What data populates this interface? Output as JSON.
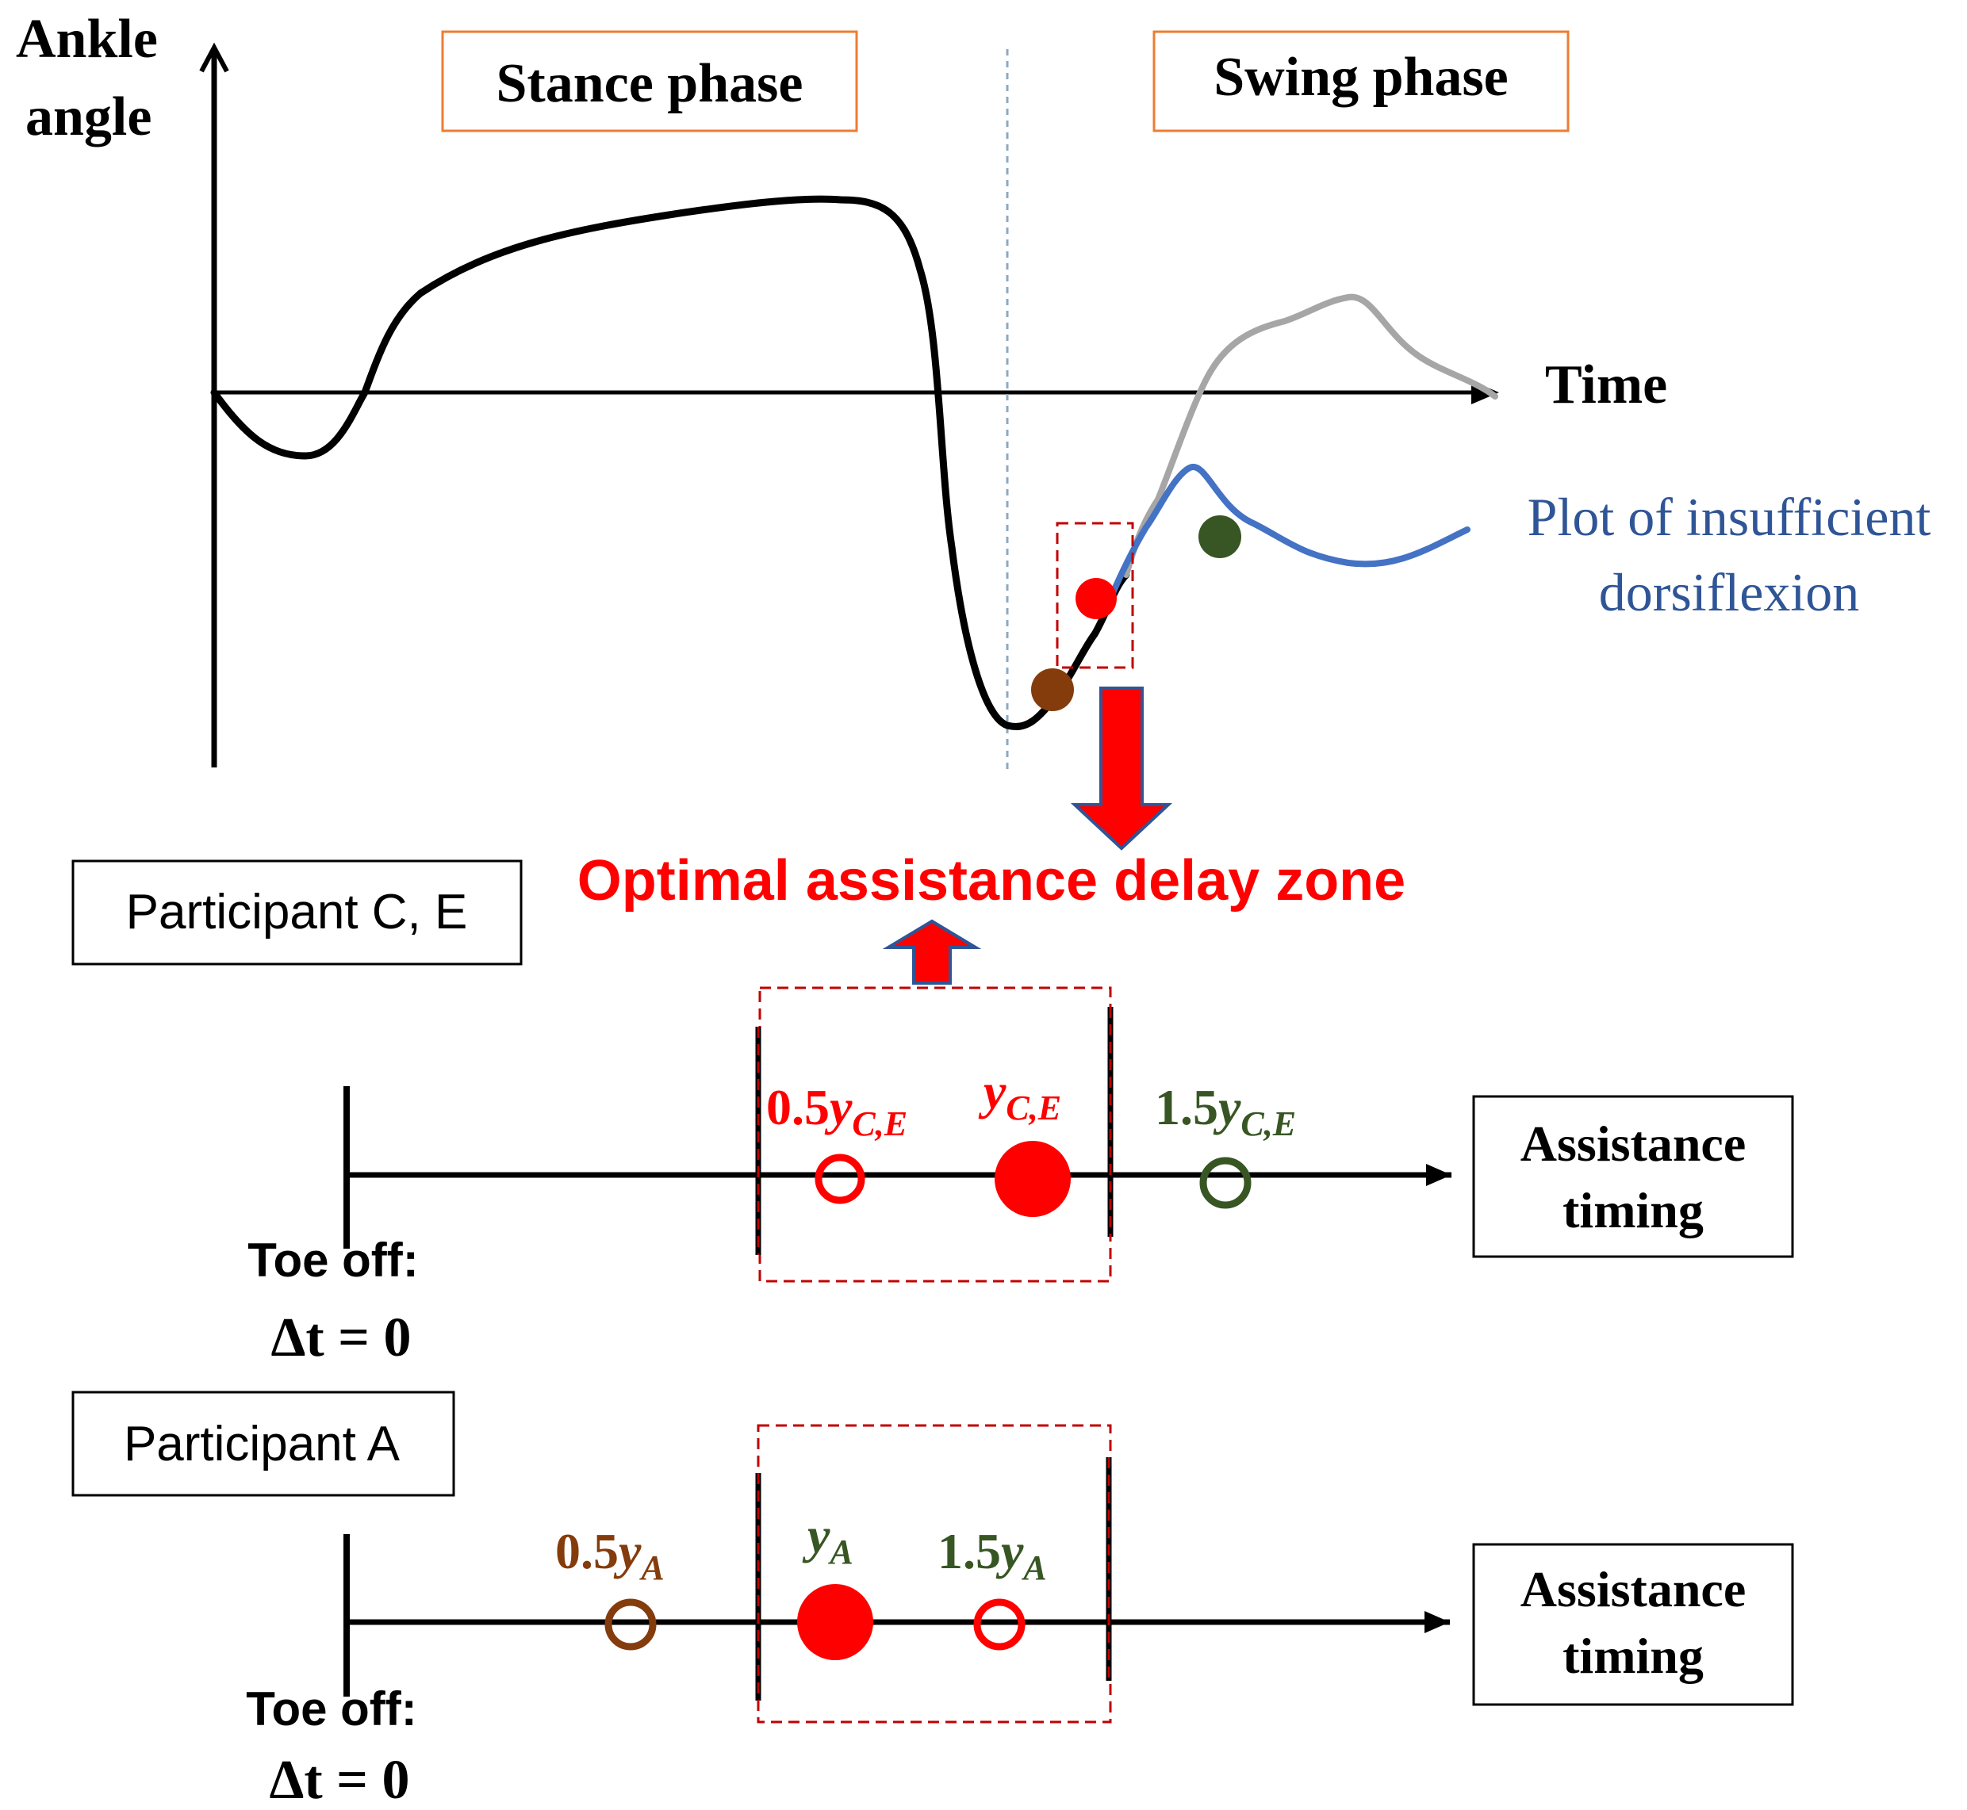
{
  "top_plot": {
    "y_axis_label_line1": "Ankle",
    "y_axis_label_line2": "angle",
    "x_axis_label": "Time",
    "phase_left": "Stance phase",
    "phase_right": "Swing phase",
    "insufficient_label_line1": "Plot of insufficient",
    "insufficient_label_line2": "dorsiflexion",
    "zone_title": "Optimal assistance delay zone"
  },
  "colors": {
    "axis": "#000000",
    "normal_curve": "#000000",
    "normal_swing": "#a6a6a6",
    "insufficient_curve": "#4472c4",
    "red": "#ff0000",
    "brown": "#843c0c",
    "green": "#375623",
    "phase_box_border": "#ed7d31",
    "arrow_border": "#2f5597",
    "zone_dash": "#c00000"
  },
  "timeline_ce": {
    "participant_label": "Participant C, E",
    "toe_off_line1": "Toe off:",
    "toe_off_line2": "Δt = 0",
    "assistance_line1": "Assistance",
    "assistance_line2": "timing",
    "markers": [
      {
        "coef": "0.5",
        "var": "y",
        "sub": "C,E",
        "color": "red",
        "filled": false
      },
      {
        "coef": "",
        "var": "y",
        "sub": "C,E",
        "color": "red",
        "filled": true
      },
      {
        "coef": "1.5",
        "var": "y",
        "sub": "C,E",
        "color": "green",
        "filled": false
      }
    ]
  },
  "timeline_a": {
    "participant_label": "Participant A",
    "toe_off_line1": "Toe off:",
    "toe_off_line2": "Δt = 0",
    "assistance_line1": "Assistance",
    "assistance_line2": "timing",
    "markers": [
      {
        "coef": "0.5",
        "var": "y",
        "sub": "A",
        "color": "brown",
        "filled": false
      },
      {
        "coef": "",
        "var": "y",
        "sub": "A",
        "color": "red",
        "filled": true
      },
      {
        "coef": "1.5",
        "var": "y",
        "sub": "A",
        "color": "green",
        "filled": false
      }
    ]
  }
}
